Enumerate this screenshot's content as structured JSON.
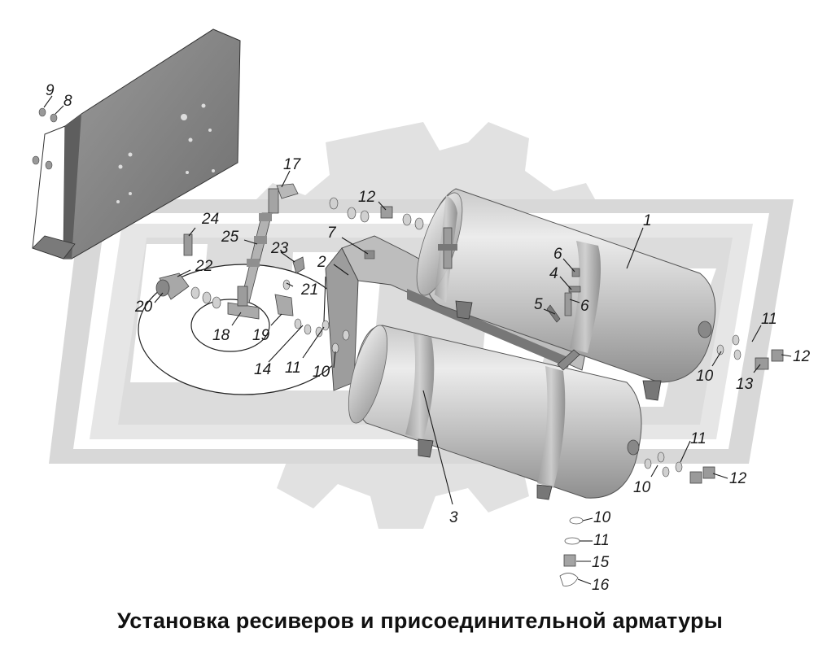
{
  "caption": "Установка ресиверов и присоединительной арматуры",
  "colors": {
    "watermark": "#e2e2e2",
    "tank_light": "#e9e9e9",
    "tank_mid": "#b9b9b9",
    "tank_dark": "#8e8e8e",
    "bracket": "#8a8a8a",
    "outline": "#444444"
  },
  "labels": {
    "l1": "1",
    "l2": "2",
    "l3": "3",
    "l4": "4",
    "l5": "5",
    "l6a": "6",
    "l6b": "6",
    "l7": "7",
    "l8": "8",
    "l9": "9",
    "l10a": "10",
    "l10b": "10",
    "l10c": "10",
    "l10d": "10",
    "l11a": "11",
    "l11b": "11",
    "l11c": "11",
    "l11d": "11",
    "l12a": "12",
    "l12b": "12",
    "l12c": "12",
    "l13": "13",
    "l14": "14",
    "l15": "15",
    "l16": "16",
    "l17": "17",
    "l18": "18",
    "l19": "19",
    "l20": "20",
    "l21": "21",
    "l22": "22",
    "l23": "23",
    "l24": "24",
    "l25": "25"
  }
}
